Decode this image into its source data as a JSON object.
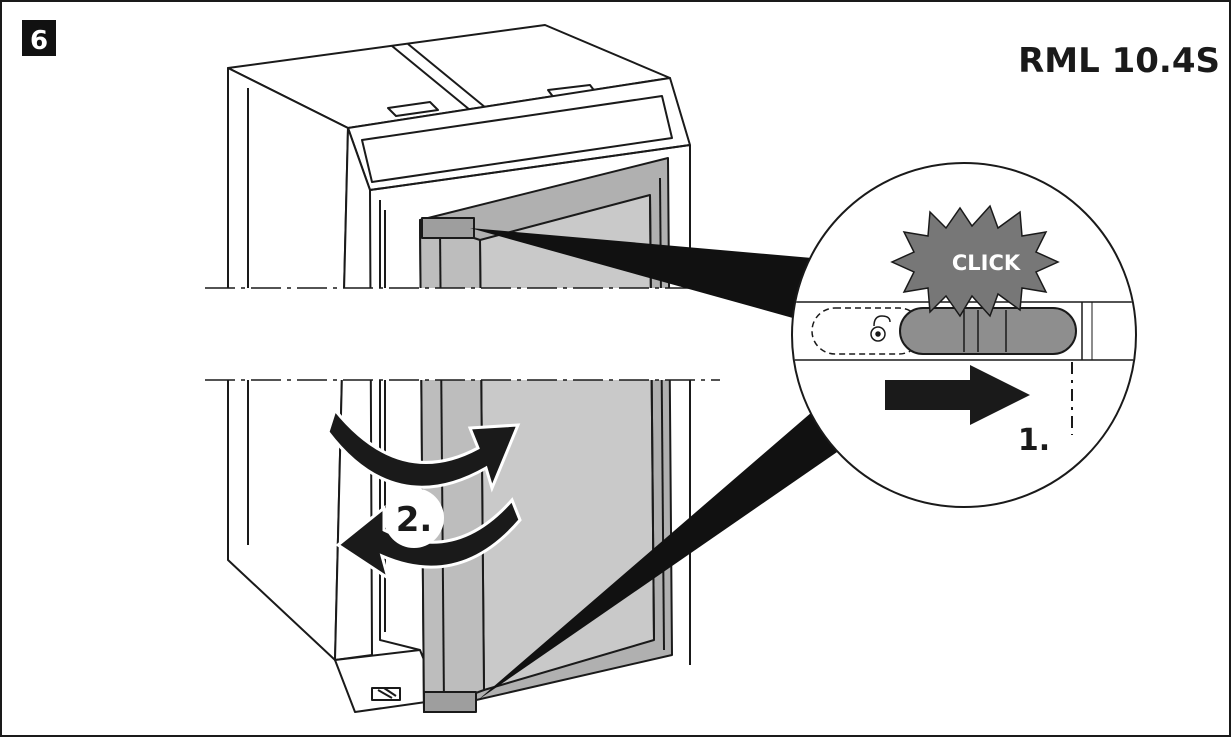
{
  "step_number": "6",
  "model_label": "RML 10.4S",
  "callout": {
    "click_text": "CLICK",
    "step1_label": "1."
  },
  "door_rotation": {
    "step2_label": "2."
  },
  "colors": {
    "outline": "#1a1a1a",
    "door_panel": "#c9c9c9",
    "door_frame": "#b0b0b0",
    "slider": "#8e8e8e",
    "click_badge": "#777777",
    "callout_beam": "#111111"
  }
}
